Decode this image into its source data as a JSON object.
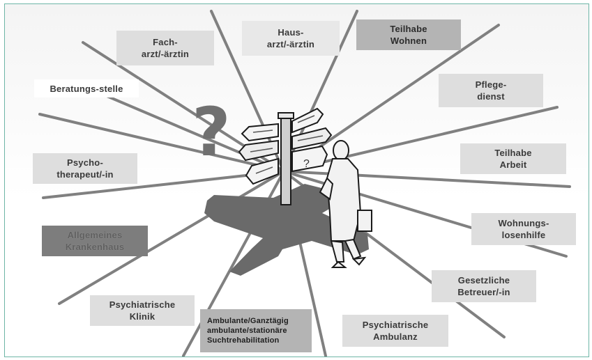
{
  "labels": {
    "facharzt": [
      "Fach-",
      "arzt/-ärztin"
    ],
    "hausarzt": [
      "Haus-",
      "arzt/-ärztin"
    ],
    "teilhabe_wohnen": [
      "Teilhabe",
      "Wohnen"
    ],
    "beratungsstelle": [
      "Beratungs-stelle"
    ],
    "pflegedienst": [
      "Pflege-",
      "dienst"
    ],
    "teilhabe_arbeit": [
      "Teilhabe",
      "Arbeit"
    ],
    "psychotherapeut": [
      "Psycho-",
      "therapeut/-in"
    ],
    "wohnungslosenhilfe": [
      "Wohnungs-",
      "losenhilfe"
    ],
    "krankenhaus": [
      "Allgemeines",
      "Krankenhaus"
    ],
    "betreuer": [
      "Gesetzliche",
      "Betreuer/-in"
    ],
    "psych_klinik": [
      "Psychiatrische",
      "Klinik"
    ],
    "suchtreha": [
      "Ambulante/Ganztägig",
      "ambulante/stationäre",
      "Suchtrehabilitation"
    ],
    "psych_ambulanz": [
      "Psychiatrische",
      "Ambulanz"
    ]
  },
  "question_mark": "?",
  "sign_question": "?",
  "colors": {
    "frame_border": "#6db5a6",
    "box_light": "#dedede",
    "box_dark": "#7d7d7d",
    "box_mid": "#b4b4b4",
    "rays": "#808080",
    "shadow": "#6a6a6a"
  }
}
